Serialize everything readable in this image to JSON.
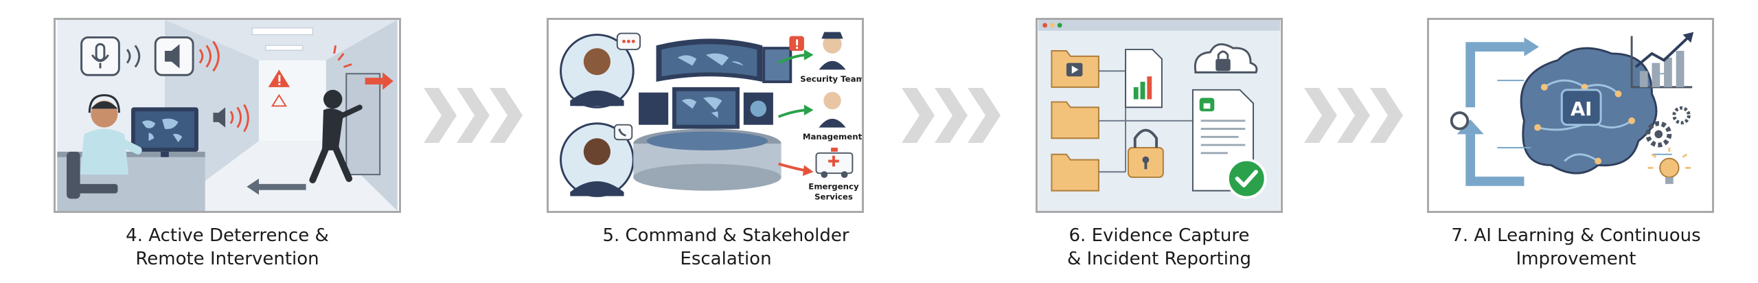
{
  "steps": [
    {
      "number": "4.",
      "line1": "Active Deterrence &",
      "line2": "Remote Intervention"
    },
    {
      "number": "5.",
      "line1": "Command & Stakeholder",
      "line2": "Escalation"
    },
    {
      "number": "6.",
      "line1": "Evidence Capture",
      "line2": "& Incident Reporting"
    },
    {
      "number": "7.",
      "line1": "AI Learning & Continuous",
      "line2": "Improvement"
    }
  ],
  "panel5_labels": {
    "security": "Security Team",
    "management": "Management",
    "emergency_1": "Emergency",
    "emergency_2": "Services"
  },
  "panel7_labels": {
    "ai": "AI"
  },
  "colors": {
    "panel_border": "#a9a9a9",
    "arrow": "#d9d9d9",
    "accent_red": "#e5533d",
    "blue_light": "#dbe9f3",
    "navy": "#2f3e5c",
    "green": "#2aa14a",
    "folder": "#f2c27b"
  },
  "icons": [
    "microphone-icon",
    "speaker-icon",
    "warning-icon",
    "world-map-icon",
    "intruder-icon",
    "chat-bubble-icon",
    "phone-icon",
    "police-officer-icon",
    "ambulance-icon",
    "folder-icon",
    "video-icon",
    "document-chart-icon",
    "cloud-lock-icon",
    "padlock-icon",
    "checkmark-icon",
    "brain-icon",
    "chart-up-icon",
    "gear-icon",
    "lightbulb-icon",
    "cycle-arrow-icon"
  ]
}
